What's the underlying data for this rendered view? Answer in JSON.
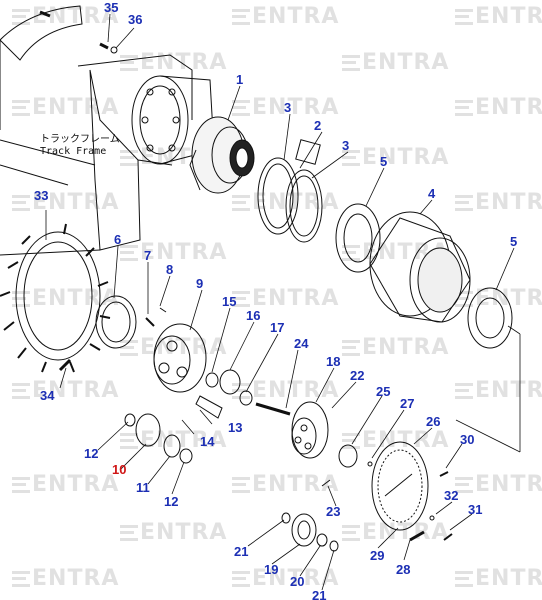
{
  "watermark": {
    "text": "ENTRA",
    "positions_note_omitted": true
  },
  "frame_label": {
    "japanese": "トラックフレーム",
    "english": "Track Frame"
  },
  "callouts": [
    {
      "num": "1",
      "highlight": false
    },
    {
      "num": "2",
      "highlight": false
    },
    {
      "num": "3",
      "highlight": false
    },
    {
      "num": "3",
      "highlight": false
    },
    {
      "num": "4",
      "highlight": false
    },
    {
      "num": "5",
      "highlight": false
    },
    {
      "num": "5",
      "highlight": false
    },
    {
      "num": "6",
      "highlight": false
    },
    {
      "num": "7",
      "highlight": false
    },
    {
      "num": "8",
      "highlight": false
    },
    {
      "num": "9",
      "highlight": false
    },
    {
      "num": "10",
      "highlight": true
    },
    {
      "num": "11",
      "highlight": false
    },
    {
      "num": "12",
      "highlight": false
    },
    {
      "num": "12",
      "highlight": false
    },
    {
      "num": "13",
      "highlight": false
    },
    {
      "num": "14",
      "highlight": false
    },
    {
      "num": "15",
      "highlight": false
    },
    {
      "num": "16",
      "highlight": false
    },
    {
      "num": "17",
      "highlight": false
    },
    {
      "num": "18",
      "highlight": false
    },
    {
      "num": "19",
      "highlight": false
    },
    {
      "num": "20",
      "highlight": false
    },
    {
      "num": "21",
      "highlight": false
    },
    {
      "num": "21",
      "highlight": false
    },
    {
      "num": "22",
      "highlight": false
    },
    {
      "num": "23",
      "highlight": false
    },
    {
      "num": "24",
      "highlight": false
    },
    {
      "num": "25",
      "highlight": false
    },
    {
      "num": "26",
      "highlight": false
    },
    {
      "num": "27",
      "highlight": false
    },
    {
      "num": "28",
      "highlight": false
    },
    {
      "num": "29",
      "highlight": false
    },
    {
      "num": "30",
      "highlight": false
    },
    {
      "num": "31",
      "highlight": false
    },
    {
      "num": "32",
      "highlight": false
    },
    {
      "num": "33",
      "highlight": false
    },
    {
      "num": "34",
      "highlight": false
    },
    {
      "num": "35",
      "highlight": false
    },
    {
      "num": "36",
      "highlight": false
    }
  ],
  "colors": {
    "callout": "#1c2fb4",
    "callout_highlight": "#d01616",
    "linework": "#111111",
    "watermark": "#c9c9c9"
  }
}
